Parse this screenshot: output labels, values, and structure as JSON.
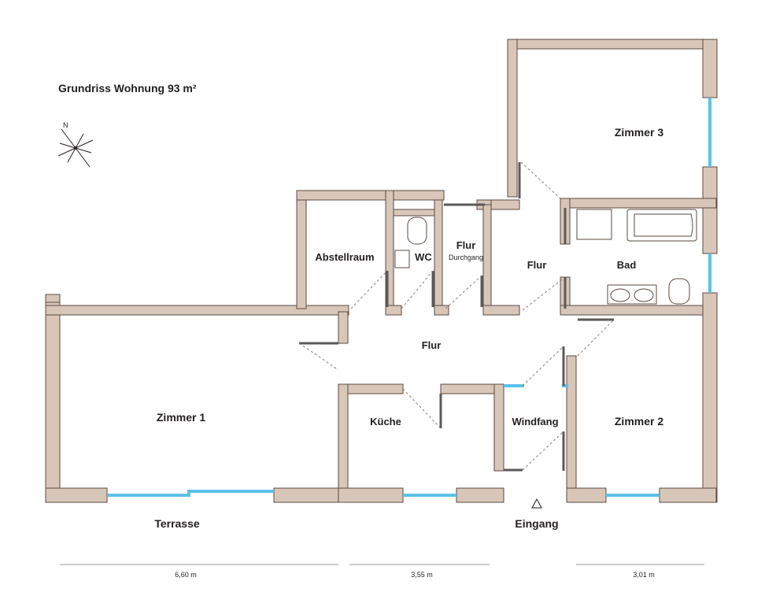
{
  "title": "Grundriss Wohnung 93 m²",
  "compass": {
    "north_label": "N"
  },
  "rooms": {
    "zimmer1": "Zimmer 1",
    "zimmer2": "Zimmer 2",
    "zimmer3": "Zimmer 3",
    "abstellraum": "Abstellraum",
    "wc": "WC",
    "flur_durchgang_title": "Flur",
    "flur_durchgang_sub": "Durchgang",
    "flur_upper": "Flur",
    "flur_main": "Flur",
    "bad": "Bad",
    "kueche": "Küche",
    "windfang": "Windfang"
  },
  "outside": {
    "terrasse": "Terrasse",
    "eingang": "Eingang"
  },
  "dimensions": [
    "6,60 m",
    "3,55 m",
    "3,01 m"
  ],
  "colors": {
    "wall": "#d8c7b8",
    "window": "#5bc1e6",
    "door": "#5a5a5a"
  }
}
